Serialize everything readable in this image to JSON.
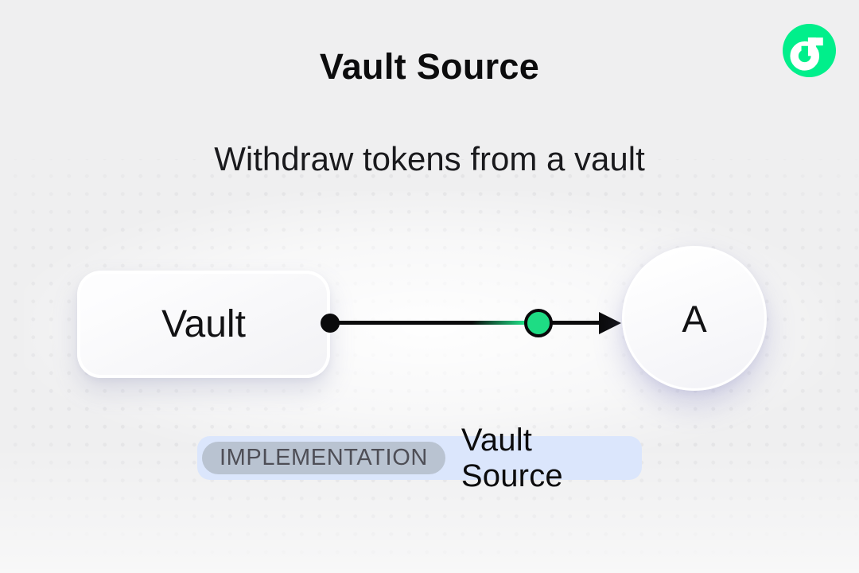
{
  "header": {
    "title": "Vault Source",
    "subtitle": "Withdraw tokens from a vault"
  },
  "logo": {
    "name": "flow-logo"
  },
  "diagram": {
    "source_node_label": "Vault",
    "target_node_label": "A"
  },
  "badge": {
    "tag": "IMPLEMENTATION",
    "label": "Vault Source"
  },
  "colors": {
    "background": "#efeff0",
    "dot_color": "#e1e1e3",
    "ink": "#0c0c0d",
    "flow_green": "#00ef8b",
    "node_green": "#1edc84",
    "badge_bg": "#dbe6fc",
    "pill_bg": "#b9c3d1",
    "pill_text": "#4e4e56"
  }
}
